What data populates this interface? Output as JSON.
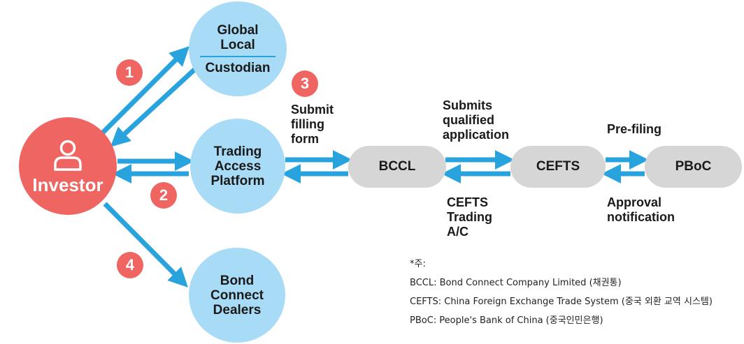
{
  "nodes": {
    "investor": "Investor",
    "custodian_top": "Global\nLocal",
    "custodian_bottom": "Custodian",
    "tap": "Trading\nAccess\nPlatform",
    "dealers": "Bond\nConnect\nDealers",
    "bccl": "BCCL",
    "cefts": "CEFTS",
    "pboc": "PBoC"
  },
  "steps": {
    "s1": "1",
    "s2": "2",
    "s3": "3",
    "s4": "4"
  },
  "labels": {
    "submit_form": "Submit\nfilling\nform",
    "submits_app": "Submits\nqualified\napplication",
    "cefts_account": "CEFTS\nTrading\nA/C",
    "prefiling": "Pre-filing",
    "approval": "Approval\nnotification"
  },
  "notes": {
    "heading": "*주:",
    "bccl": "BCCL: Bond Connect Company Limited (채권통)",
    "cefts": "CEFTS: China Foreign Exchange Trade System (중국 외환 교역 시스템)",
    "pboc": "PBoC: People's Bank of China (중국인민은행)"
  },
  "colors": {
    "investor": "#ef6561",
    "node": "#a8dcf6",
    "arrow": "#29a3dd",
    "step_badge": "#ef6561",
    "pill": "#d6d6d6"
  },
  "icons": {
    "investor": "person-icon"
  }
}
